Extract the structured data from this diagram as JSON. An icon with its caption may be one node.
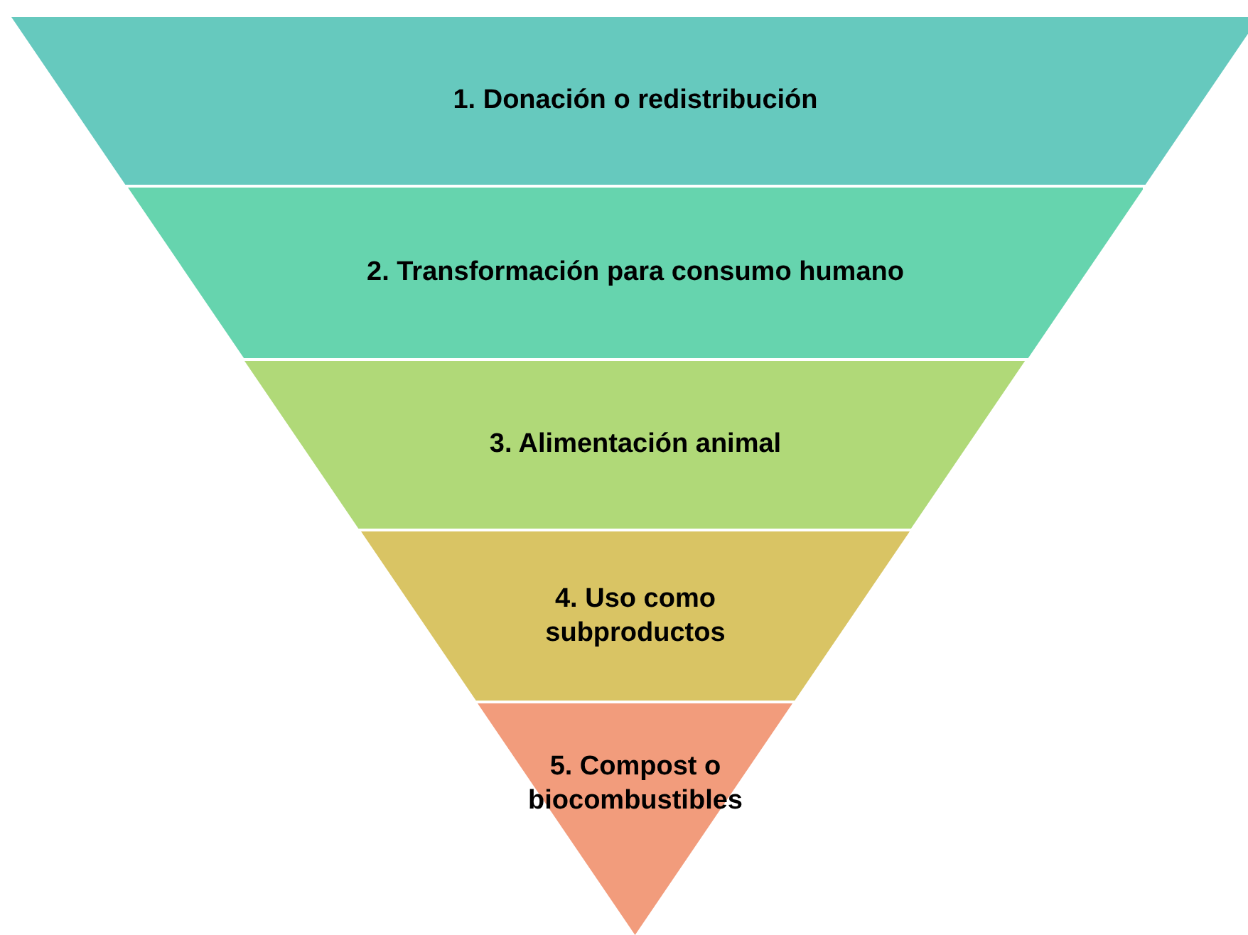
{
  "diagram": {
    "nodes": [
      {
        "text": [
          "1. Donación o redistribución"
        ]
      },
      {
        "text": [
          "2. Transformación para consumo humano"
        ]
      },
      {
        "text": [
          "3. Alimentación animal"
        ]
      },
      {
        "text": [
          "4. Uso como subproductos"
        ]
      },
      {
        "text": [
          "5. Compost o biocombustibles"
        ]
      }
    ]
  }
}
